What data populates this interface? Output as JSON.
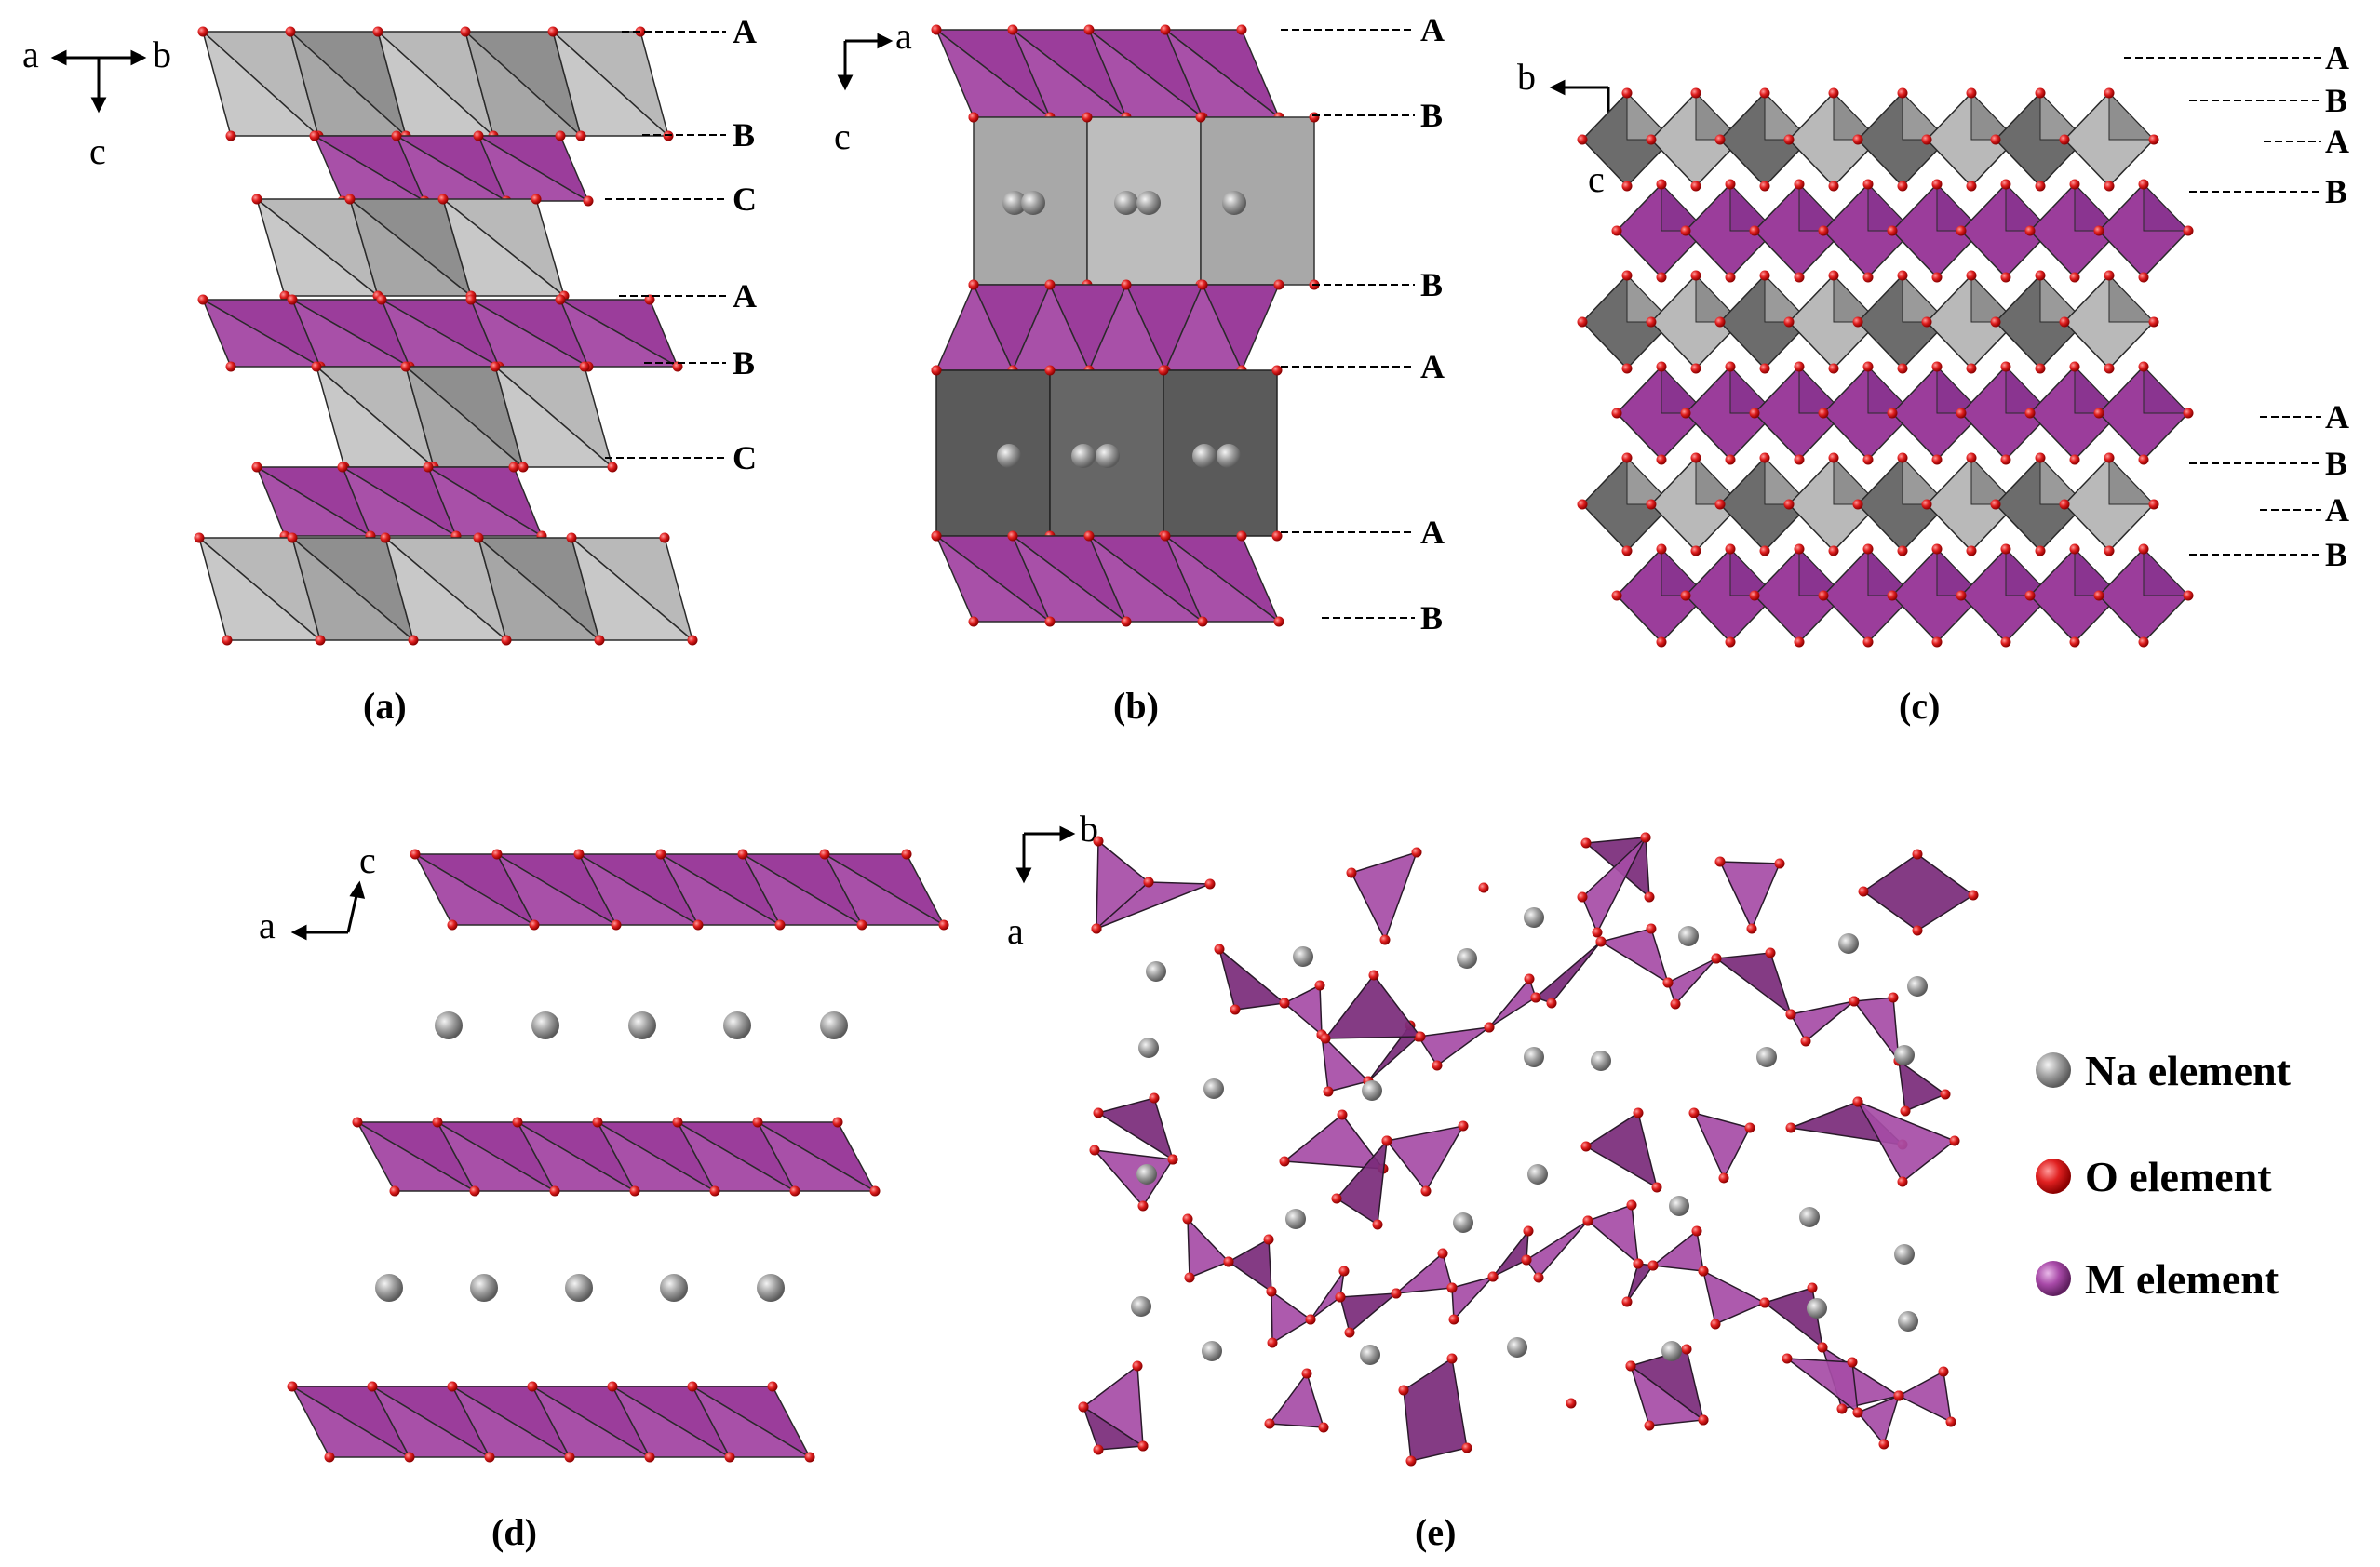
{
  "panels": [
    {
      "id": "a",
      "caption": "(a)",
      "axes": [
        "a",
        "b",
        "c"
      ],
      "stack_labels": [
        "A",
        "B",
        "C",
        "A",
        "B",
        "C"
      ]
    },
    {
      "id": "b",
      "caption": "(b)",
      "axes": [
        "a",
        "c"
      ],
      "stack_labels": [
        "A",
        "B",
        "B",
        "A",
        "A",
        "B"
      ]
    },
    {
      "id": "c",
      "caption": "(c)",
      "axes": [
        "b",
        "c"
      ],
      "stack_labels": [
        "A",
        "B",
        "A",
        "B",
        "A",
        "B",
        "A",
        "B"
      ]
    },
    {
      "id": "d",
      "caption": "(d)",
      "axes": [
        "a",
        "c"
      ]
    },
    {
      "id": "e",
      "caption": "(e)",
      "axes": [
        "b",
        "a"
      ]
    }
  ],
  "legend": [
    {
      "label": "Na element",
      "color": "#8a8a8a"
    },
    {
      "label": "O element",
      "color": "#d42020"
    },
    {
      "label": "M element",
      "color": "#9b3d9b"
    }
  ],
  "colors": {
    "purple": "#9b3d9b",
    "purple_dark": "#7a2a7a",
    "gray_light": "#b9b9b9",
    "gray_mid": "#8f8f8f",
    "gray_dark": "#6c6c6c",
    "oxygen": "#d42020",
    "sodium": "#8a8a8a"
  }
}
